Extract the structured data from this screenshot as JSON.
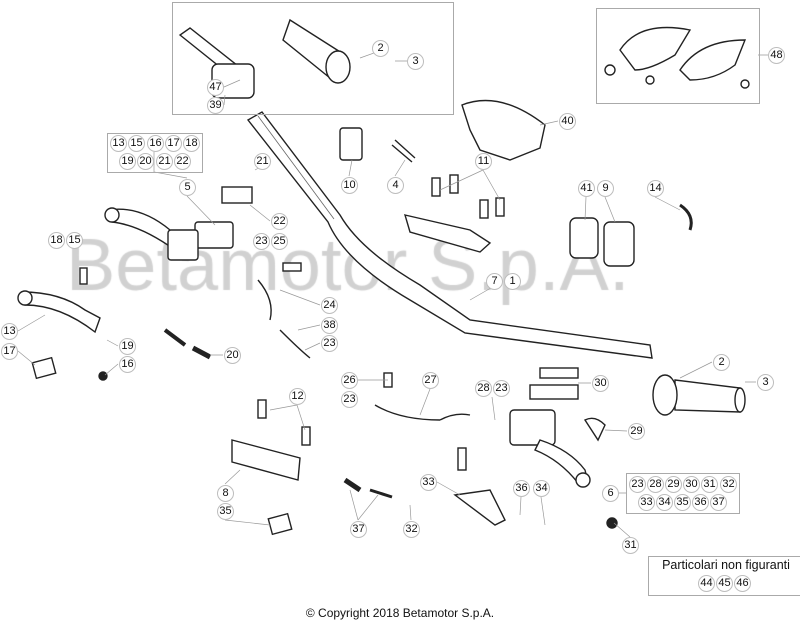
{
  "watermark": "Betamotor S.p.A.",
  "callouts": [
    "47",
    "39",
    "2",
    "3",
    "48",
    "40",
    "13",
    "15",
    "16",
    "17",
    "18",
    "19",
    "20",
    "21",
    "22",
    "5",
    "21",
    "22",
    "23",
    "25",
    "18",
    "15",
    "13",
    "17",
    "19",
    "16",
    "20",
    "24",
    "38",
    "23",
    "10",
    "4",
    "11",
    "41",
    "9",
    "14",
    "7",
    "1",
    "2",
    "3",
    "26",
    "27",
    "23",
    "12",
    "28",
    "23",
    "30",
    "29",
    "8",
    "35",
    "37",
    "32",
    "33",
    "36",
    "34",
    "6",
    "23",
    "28",
    "29",
    "30",
    "31",
    "32",
    "33",
    "34",
    "35",
    "36",
    "37",
    "31",
    "44",
    "45",
    "46"
  ],
  "note": {
    "title": "Particolari non figuranti"
  },
  "copyright": "© Copyright 2018 Betamotor S.p.A."
}
